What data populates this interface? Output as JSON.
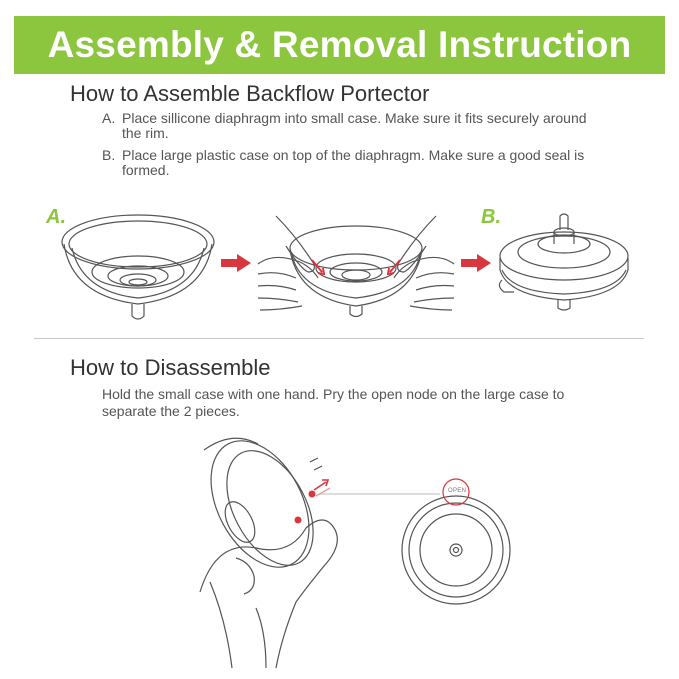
{
  "banner": {
    "title": "Assembly & Removal Instruction"
  },
  "assemble": {
    "heading": "How to Assemble Backflow Portector",
    "steps": [
      {
        "letter": "A.",
        "text": "Place sillicone diaphragm into small case. Make sure it fits securely around the rim."
      },
      {
        "letter": "B.",
        "text": "Place large plastic case on top of the diaphragm. Make sure a good seal is formed."
      }
    ],
    "label_a": "A.",
    "label_b": "B."
  },
  "disassemble": {
    "heading": "How to Disassemble",
    "text": "Hold the small case with one hand. Pry the open node on the large case to separate the 2 pieces.",
    "open_tag": "OPEN"
  },
  "colors": {
    "accent": "#8cc63f",
    "arrow": "#d9363e",
    "line": "#555555"
  }
}
